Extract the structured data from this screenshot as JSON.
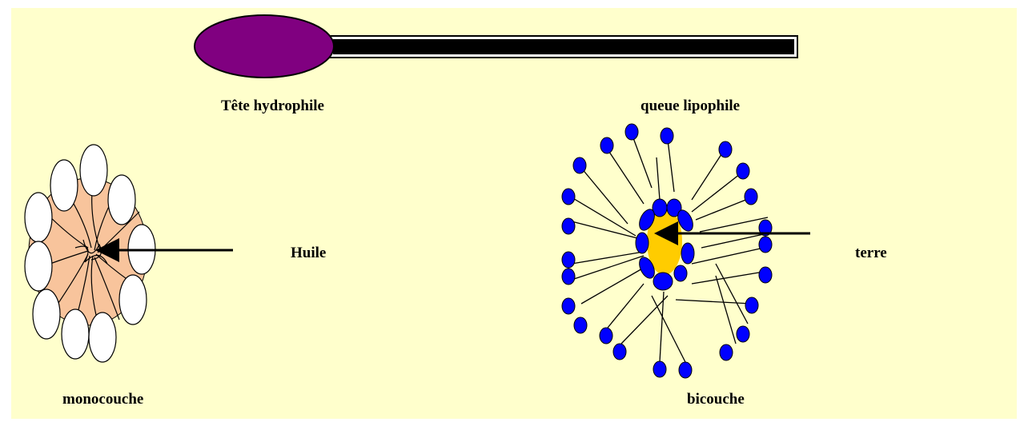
{
  "labels": {
    "head": "Tête hydrophile",
    "tail": "queue lipophile",
    "oil": "Huile",
    "soil": "terre",
    "monolayer": "monocouche",
    "bilayer": "bicouche"
  },
  "colors": {
    "background": "#ffffcc",
    "head": "#800080",
    "tail": "#000000",
    "oil_core": "#f8c49c",
    "soil_core": "#ffcc00",
    "bilayer_head": "#0000ff",
    "monolayer_head": "#ffffff"
  }
}
